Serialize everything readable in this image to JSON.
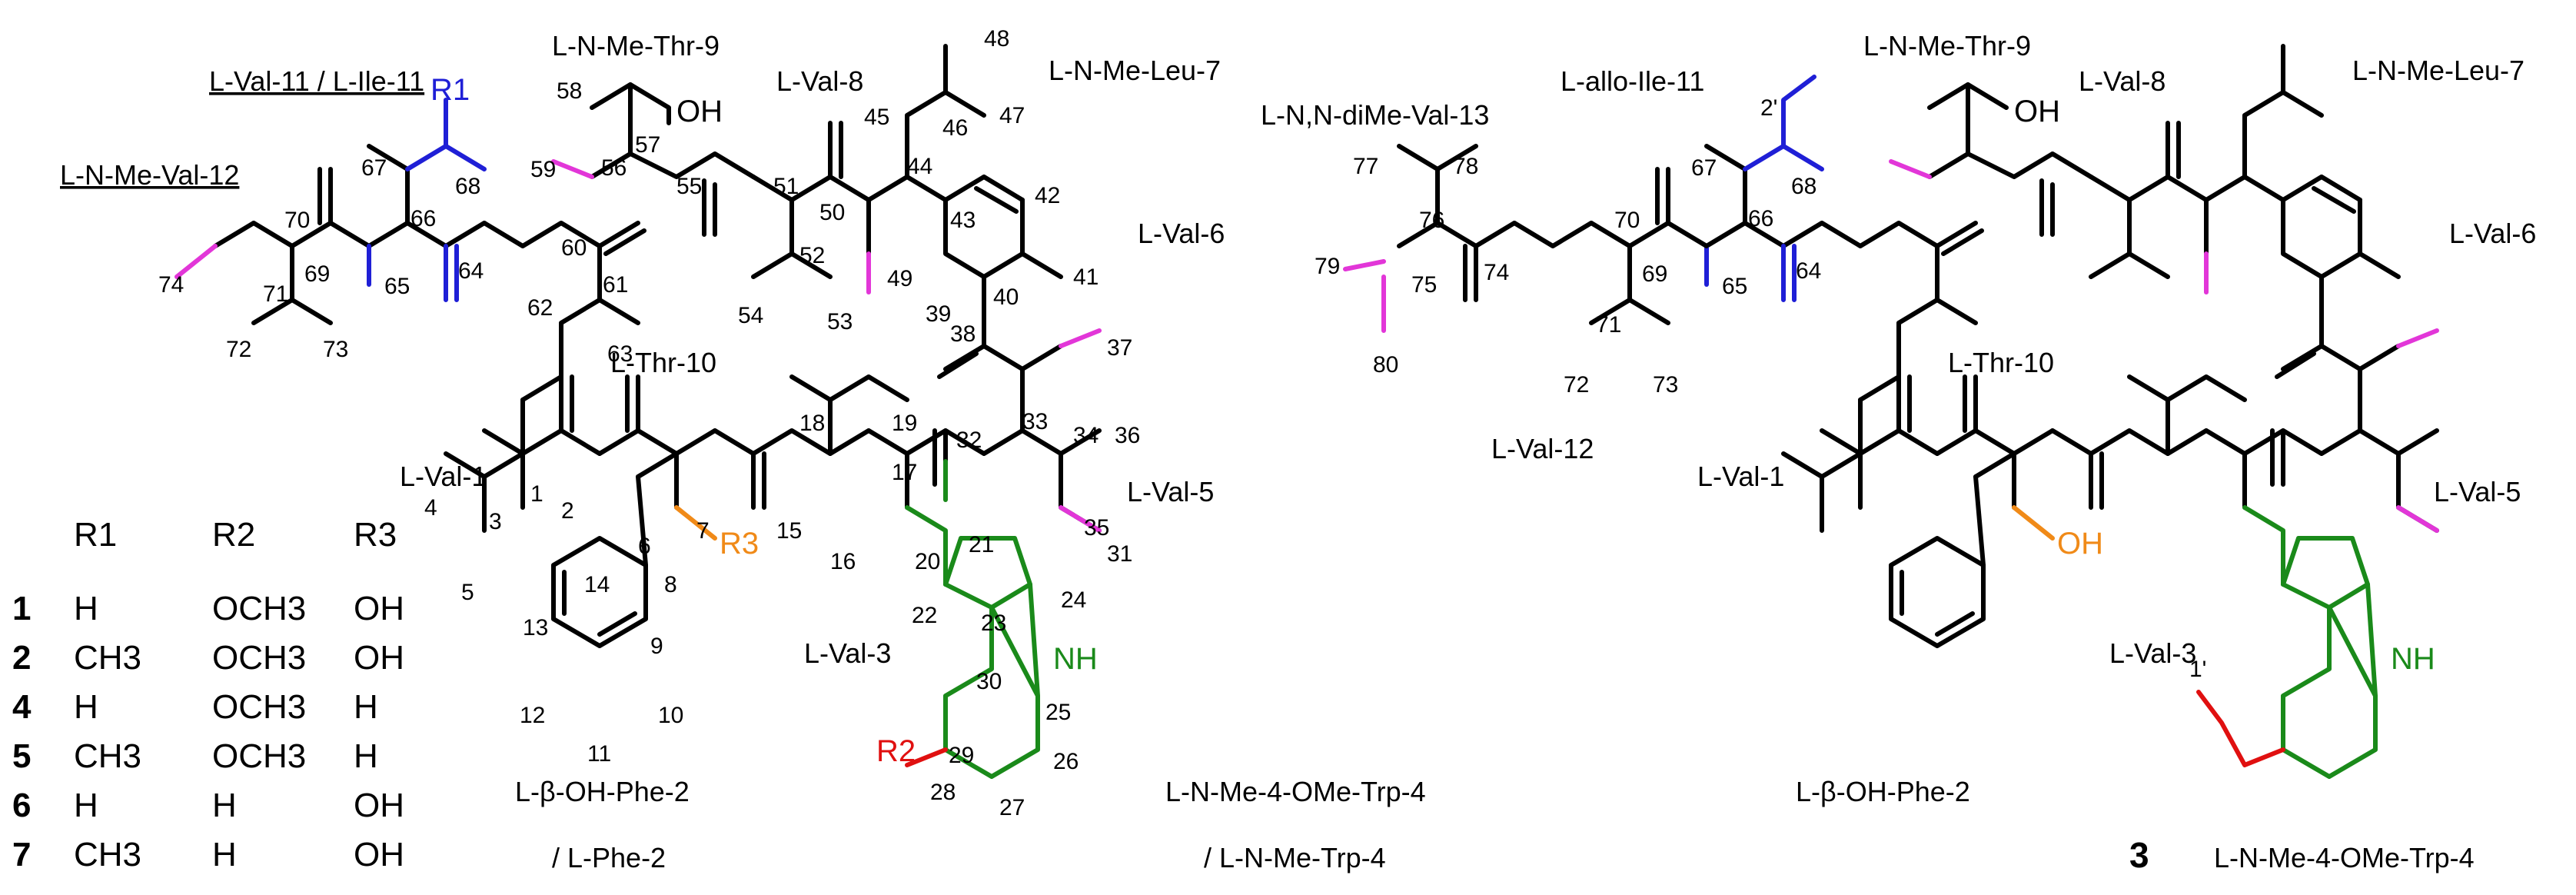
{
  "colors": {
    "black": "#000000",
    "blue": "#1f1fd6",
    "green": "#1a8a1a",
    "magenta": "#e236d8",
    "orange": "#f08a18",
    "red": "#e01010"
  },
  "left_structure": {
    "residue_labels": {
      "val11_ile11": "L-Val-11 / L-Ile-11",
      "nmeval12": "L-N-Me-Val-12",
      "nmethr9": "L-N-Me-Thr-9",
      "val8": "L-Val-8",
      "nmeleu7": "L-N-Me-Leu-7",
      "val6": "L-Val-6",
      "thr10": "L-Thr-10",
      "val1": "L-Val-1",
      "val5": "L-Val-5",
      "val3": "L-Val-3",
      "bohphe2": "L-β-OH-Phe-2",
      "phe2": "/ L-Phe-2",
      "nme4omeTrp4": "L-N-Me-4-OMe-Trp-4",
      "nmetrp4": "/ L-N-Me-Trp-4"
    },
    "atoms": {
      "R1": "R1",
      "R2": "R2",
      "R3": "R3",
      "OH57": "OH",
      "NH": "NH",
      "n48": "48",
      "n47": "47",
      "n46": "46",
      "n45": "45",
      "n44": "44",
      "n43": "43",
      "n42": "42",
      "n41": "41",
      "n40": "40",
      "n39": "39",
      "n38": "38",
      "n37": "37",
      "n36": "36",
      "n35": "35",
      "n34": "34",
      "n33": "33",
      "n32": "32",
      "n31": "31",
      "n58": "58",
      "n57": "57",
      "n56": "56",
      "n55": "55",
      "n59": "59",
      "n60": "60",
      "n51": "51",
      "n50": "50",
      "n52": "52",
      "n54": "54",
      "n53": "53",
      "n49": "49",
      "n67": "67",
      "n66": "66",
      "n68": "68",
      "n64": "64",
      "n65": "65",
      "n70": "70",
      "n69": "69",
      "n71": "71",
      "n72": "72",
      "n73": "73",
      "n74": "74",
      "n61": "61",
      "n62": "62",
      "n63": "63",
      "n1": "1",
      "n2": "2",
      "n3": "3",
      "n4": "4",
      "n5": "5",
      "n6": "6",
      "n7": "7",
      "n8": "8",
      "n9": "9",
      "n10": "10",
      "n11": "11",
      "n12": "12",
      "n13": "13",
      "n14": "14",
      "n15": "15",
      "n16": "16",
      "n17": "17",
      "n18": "18",
      "n19": "19",
      "n20": "20",
      "n21": "21",
      "n22": "22",
      "n23": "23",
      "n24": "24",
      "n25": "25",
      "n26": "26",
      "n27": "27",
      "n28": "28",
      "n29": "29",
      "n30": "30"
    }
  },
  "substituent_table": {
    "headers": [
      "",
      "R1",
      "R2",
      "R3"
    ],
    "rows": [
      [
        "1",
        "H",
        "OCH3",
        "OH"
      ],
      [
        "2",
        "CH3",
        "OCH3",
        "OH"
      ],
      [
        "4",
        "H",
        "OCH3",
        "H"
      ],
      [
        "5",
        "CH3",
        "OCH3",
        "H"
      ],
      [
        "6",
        "H",
        "H",
        "OH"
      ],
      [
        "7",
        "CH3",
        "H",
        "OH"
      ]
    ]
  },
  "right_structure": {
    "compound_number": "3",
    "residue_labels": {
      "dimeval13": "L-N,N-diMe-Val-13",
      "alloile11": "L-allo-Ile-11",
      "val12": "L-Val-12",
      "nmethr9": "L-N-Me-Thr-9",
      "val8": "L-Val-8",
      "nmeleu7": "L-N-Me-Leu-7",
      "val6": "L-Val-6",
      "thr10": "L-Thr-10",
      "val1": "L-Val-1",
      "val5": "L-Val-5",
      "val3": "L-Val-3",
      "bohphe2": "L-β-OH-Phe-2",
      "nme4omeTrp4": "L-N-Me-4-OMe-Trp-4"
    },
    "atoms": {
      "OH57": "OH",
      "OH8": "OH",
      "NH": "NH",
      "n1p": "1'",
      "n2p": "2'",
      "n75": "75",
      "n76": "76",
      "n77": "77",
      "n78": "78",
      "n79": "79",
      "n80": "80",
      "n74": "74",
      "n70": "70",
      "n69": "69",
      "n71": "71",
      "n72": "72",
      "n73": "73",
      "n67": "67",
      "n66": "66",
      "n68": "68",
      "n64": "64",
      "n65": "65"
    }
  }
}
